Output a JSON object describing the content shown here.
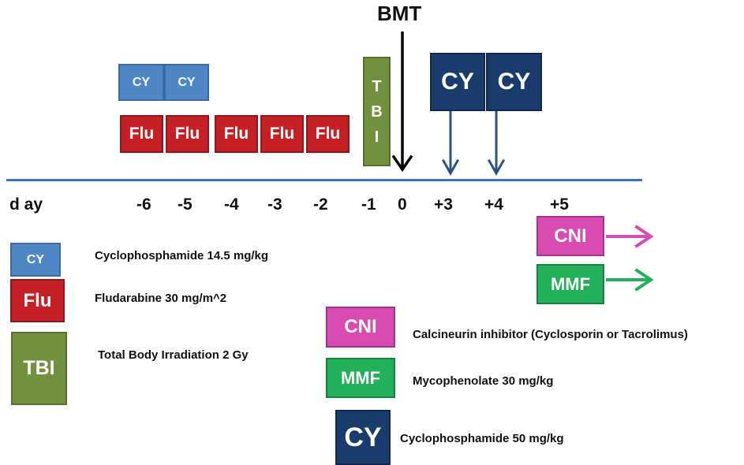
{
  "title": "BMT",
  "day_axis": {
    "label": "d ay",
    "ticks": [
      "-6",
      "-5",
      "-4",
      "-3",
      "-2",
      "-1",
      "0",
      "+3",
      "+4",
      "+5"
    ]
  },
  "schedule": {
    "cy_small": [
      "CY",
      "CY"
    ],
    "flu": [
      "Flu",
      "Flu",
      "Flu",
      "Flu",
      "Flu"
    ],
    "tbi_letters": [
      "T",
      "B",
      "I"
    ],
    "cy_big": [
      "CY",
      "CY"
    ],
    "cni_label": "CNI",
    "mmf_label": "MMF"
  },
  "legend": {
    "left": [
      {
        "code": "CY",
        "description": "Cyclophosphamide  14.5 mg/kg"
      },
      {
        "code": "Flu",
        "description": "Fludarabine 30 mg/m^2"
      },
      {
        "code": "TBI",
        "description": "Total Body Irradiation 2 Gy"
      }
    ],
    "right": [
      {
        "code": "CNI",
        "description": "Calcineurin inhibitor (Cyclosporin or Tacrolimus)"
      },
      {
        "code": "MMF",
        "description": "Mycophenolate 30 mg/kg"
      },
      {
        "code": "CY",
        "description": "Cyclophosphamide  50 mg/kg"
      }
    ]
  },
  "colors": {
    "timeline": "#3b73bd",
    "cy_small": "#4f86c6",
    "flu": "#c42026",
    "tbi": "#71913f",
    "cy_big": "#183c6b",
    "cni": "#d84bb0",
    "mmf": "#22b05a"
  }
}
